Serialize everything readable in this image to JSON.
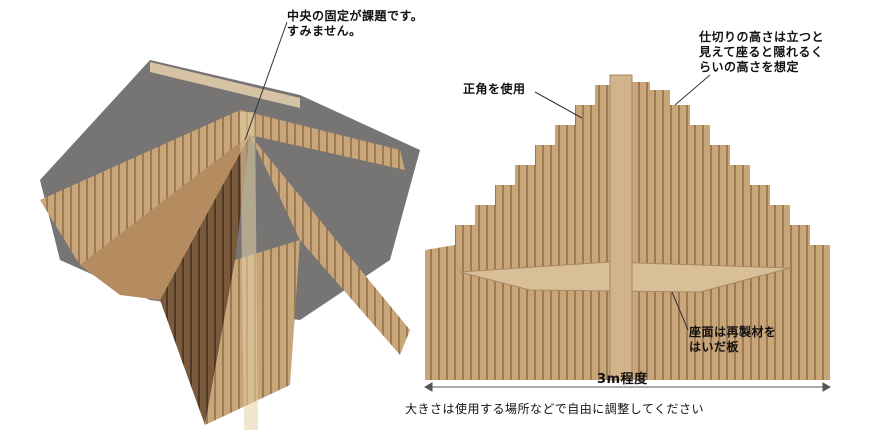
{
  "annotations": {
    "center_note": [
      "中央の固定が課題です。",
      "すみません。"
    ],
    "height_note": [
      "仕切りの高さは立つと",
      "見えて座ると隠れるく",
      "らいの高さを想定"
    ],
    "right_angle_note": "正角を使用",
    "bench_note": [
      "座面は再製材を",
      "はいだ板"
    ],
    "dimension_label": "3m程度",
    "size_note": "大きさは使用する場所などで自由に調整してください"
  },
  "colors": {
    "wood_light": "#cfb088",
    "wood_mid": "#b8946a",
    "wood_dark": "#6e5236",
    "shadow": "#5c5a57",
    "line": "#333333"
  }
}
